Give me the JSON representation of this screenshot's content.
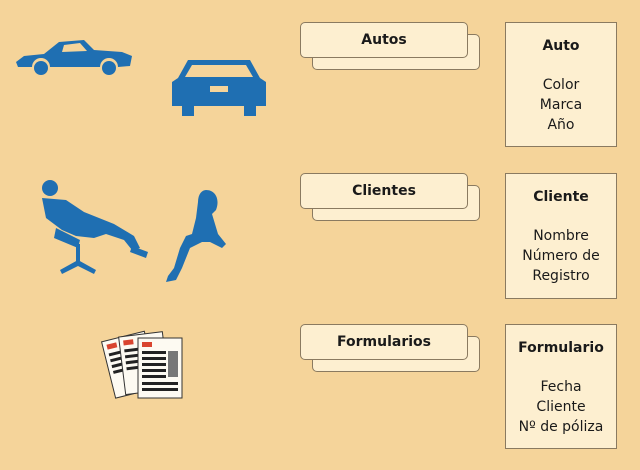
{
  "rows": [
    {
      "icon": "car-icons",
      "label": "Autos",
      "card_title": "Auto",
      "attributes": [
        "Color",
        "Marca",
        "Año"
      ]
    },
    {
      "icon": "people-sitting-icons",
      "label": "Clientes",
      "card_title": "Cliente",
      "attributes": [
        "Nombre",
        "Número de",
        "Registro"
      ]
    },
    {
      "icon": "form-documents-icon",
      "label": "Formularios",
      "card_title": "Formulario",
      "attributes": [
        "Fecha",
        "Cliente",
        "Nº de póliza"
      ]
    }
  ],
  "colors": {
    "background": "#f5d49a",
    "box_fill": "#fdefd0",
    "silhouette": "#1f6fb2"
  }
}
